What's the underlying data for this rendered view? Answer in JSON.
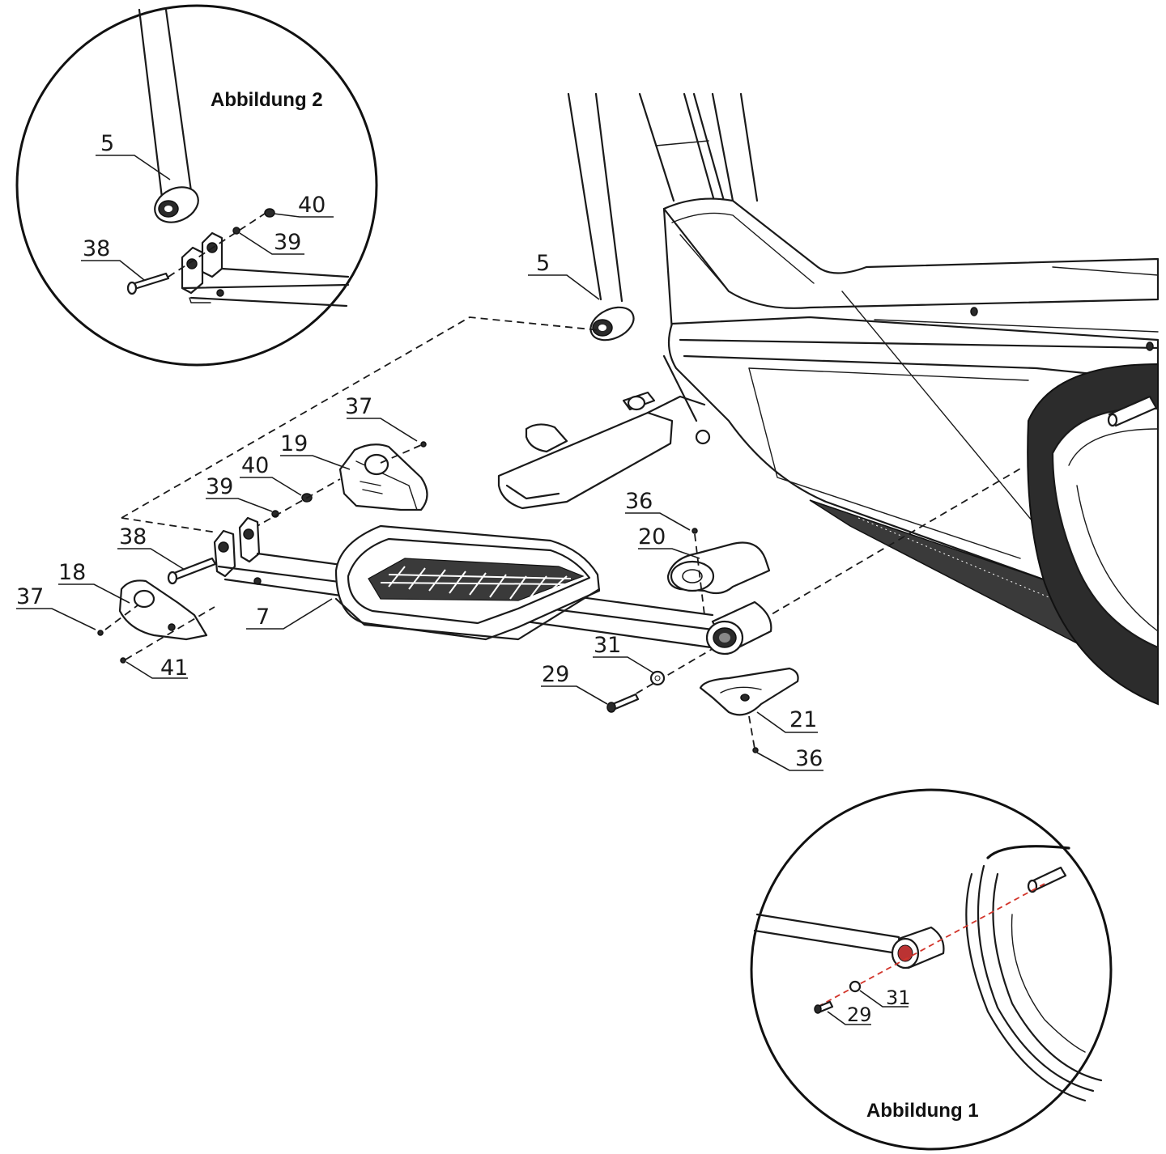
{
  "figures": {
    "detail_2_title": "Abbildung 2",
    "detail_1_title": "Abbildung 1"
  },
  "detail_2_labels": {
    "l5": "5",
    "l40": "40",
    "l39": "39",
    "l38": "38"
  },
  "main_labels": {
    "l5": "5",
    "l37a": "37",
    "l19": "19",
    "l40": "40",
    "l39": "39",
    "l38": "38",
    "l18": "18",
    "l37b": "37",
    "l7": "7",
    "l41": "41",
    "l36a": "36",
    "l20": "20",
    "l31": "31",
    "l29": "29",
    "l21": "21",
    "l36b": "36"
  },
  "detail_1_labels": {
    "l31": "31",
    "l29": "29"
  }
}
